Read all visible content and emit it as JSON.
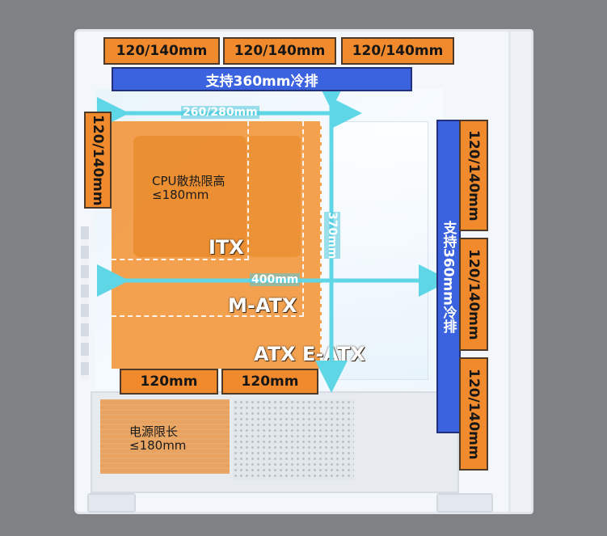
{
  "top_fans": [
    "120/140mm",
    "120/140mm",
    "120/140mm"
  ],
  "top_radiator": "支持360mm冷排",
  "rear_fan": "120/140mm",
  "front_radiator": "支持360mm冷排",
  "front_fans": [
    "120/140mm",
    "120/140mm",
    "120/140mm"
  ],
  "bottom_fans": [
    "120mm",
    "120mm"
  ],
  "dimensions": {
    "top_width": "260/280mm",
    "vertical": "370mm",
    "horizontal": "400mm"
  },
  "cpu_cooler": {
    "line1": "CPU散热限高",
    "line2": "≤180mm"
  },
  "psu": {
    "line1": "电源限长",
    "line2": "≤180mm"
  },
  "board_sizes": {
    "itx": "ITX",
    "matx": "M-ATX",
    "atx": "ATX E-ATX"
  },
  "colors": {
    "fan_orange": "#f08a2c",
    "radiator_blue": "#3b63e0",
    "dimension_cyan": "#5fd6e6",
    "background": "#7f8185"
  }
}
